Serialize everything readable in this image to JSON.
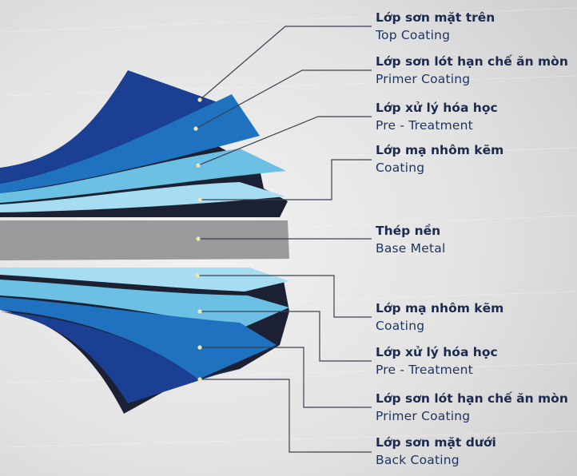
{
  "layers": [
    {
      "id": "top-coating",
      "name_vi": "Lớp sơn mặt trên",
      "name_en": "Top Coating",
      "color": "#1a3f93"
    },
    {
      "id": "primer-coating-top",
      "name_vi": "Lớp sơn lót hạn chế ăn mòn",
      "name_en": "Primer Coating",
      "color": "#1f72c0"
    },
    {
      "id": "pre-treatment-top",
      "name_vi": "Lớp xử lý hóa học",
      "name_en": "Pre - Treatment",
      "color": "#6cc0e4"
    },
    {
      "id": "coating-top",
      "name_vi": "Lớp mạ nhôm kẽm",
      "name_en": "Coating",
      "color": "#a6ddf2"
    },
    {
      "id": "base-metal",
      "name_vi": "Thép nền",
      "name_en": "Base Metal",
      "color": "#9a9a9c"
    },
    {
      "id": "coating-bottom",
      "name_vi": "Lớp mạ nhôm kẽm",
      "name_en": "Coating",
      "color": "#a6ddf2"
    },
    {
      "id": "pre-treatment-bottom",
      "name_vi": "Lớp xử lý hóa học",
      "name_en": "Pre - Treatment",
      "color": "#6cc0e4"
    },
    {
      "id": "primer-coating-bottom",
      "name_vi": "Lớp sơn lót hạn chế ăn mòn",
      "name_en": "Primer Coating",
      "color": "#1f72c0"
    },
    {
      "id": "back-coating",
      "name_vi": "Lớp sơn mặt dưới",
      "name_en": "Back Coating",
      "color": "#1a3f93"
    }
  ],
  "colors": {
    "dark_gap": "#1b2133",
    "leader_line": "#3a4150",
    "marker_dot": "#f2e6b0"
  }
}
